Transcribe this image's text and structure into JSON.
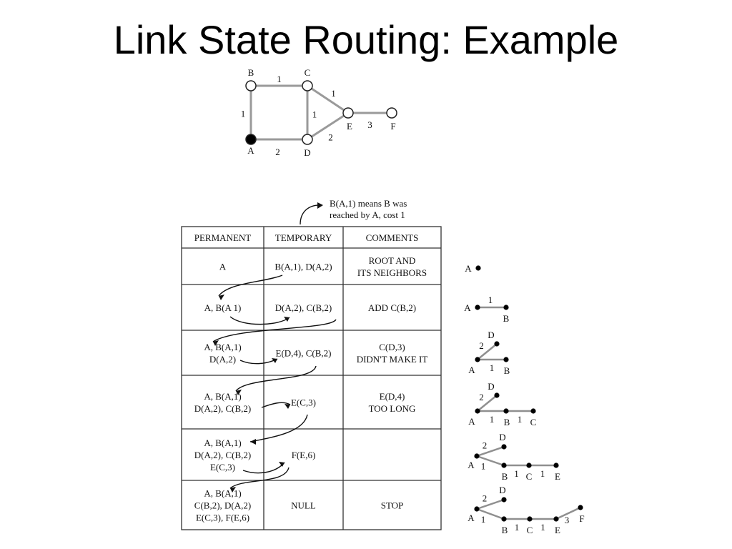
{
  "title": "Link State Routing: Example",
  "graph": {
    "nodes": [
      "A",
      "B",
      "C",
      "D",
      "E",
      "F"
    ],
    "edges": [
      {
        "from": "B",
        "to": "C",
        "cost": "1"
      },
      {
        "from": "A",
        "to": "B",
        "cost": "1"
      },
      {
        "from": "C",
        "to": "D",
        "cost": "1"
      },
      {
        "from": "C",
        "to": "E",
        "cost": "1"
      },
      {
        "from": "A",
        "to": "D",
        "cost": "2"
      },
      {
        "from": "D",
        "to": "E",
        "cost": "2"
      },
      {
        "from": "E",
        "to": "F",
        "cost": "3"
      }
    ],
    "root": "A"
  },
  "note": [
    "B(A,1) means B was",
    "reached by A, cost 1"
  ],
  "table": {
    "headers": [
      "PERMANENT",
      "TEMPORARY",
      "COMMENTS"
    ],
    "rows": [
      {
        "permanent": [
          "A"
        ],
        "temporary": [
          "B(A,1), D(A,2)"
        ],
        "comments": [
          "ROOT AND",
          "ITS NEIGHBORS"
        ]
      },
      {
        "permanent": [
          "A, B(A 1)"
        ],
        "temporary": [
          "D(A,2), C(B,2)"
        ],
        "comments": [
          "ADD C(B,2)"
        ]
      },
      {
        "permanent": [
          "A, B(A,1)",
          "D(A,2)"
        ],
        "temporary": [
          "E(D,4), C(B,2)"
        ],
        "comments": [
          "C(D,3)",
          "DIDN'T MAKE IT"
        ]
      },
      {
        "permanent": [
          "A, B(A,1)",
          "D(A,2), C(B,2)"
        ],
        "temporary": [
          "E(C,3)"
        ],
        "comments": [
          "E(D,4)",
          "TOO LONG"
        ]
      },
      {
        "permanent": [
          "A, B(A,1)",
          "D(A,2), C(B,2)",
          "E(C,3)"
        ],
        "temporary": [
          "F(E,6)"
        ],
        "comments": [
          ""
        ]
      },
      {
        "permanent": [
          "A, B(A,1)",
          "C(B,2), D(A,2)",
          "E(C,3), F(E,6)"
        ],
        "temporary": [
          "NULL"
        ],
        "comments": [
          "STOP"
        ]
      }
    ]
  },
  "trees": [
    {
      "nodes": [
        "A"
      ],
      "edges": []
    },
    {
      "nodes": [
        "A",
        "B"
      ],
      "edges": [
        {
          "from": "A",
          "to": "B",
          "cost": "1"
        }
      ]
    },
    {
      "nodes": [
        "A",
        "B",
        "D"
      ],
      "edges": [
        {
          "from": "A",
          "to": "B",
          "cost": "1"
        },
        {
          "from": "A",
          "to": "D",
          "cost": "2"
        }
      ]
    },
    {
      "nodes": [
        "A",
        "B",
        "C",
        "D"
      ],
      "edges": [
        {
          "from": "A",
          "to": "B",
          "cost": "1"
        },
        {
          "from": "B",
          "to": "C",
          "cost": "1"
        },
        {
          "from": "A",
          "to": "D",
          "cost": "2"
        }
      ]
    },
    {
      "nodes": [
        "A",
        "B",
        "C",
        "D",
        "E"
      ],
      "edges": [
        {
          "from": "A",
          "to": "B",
          "cost": "1"
        },
        {
          "from": "B",
          "to": "C",
          "cost": "1"
        },
        {
          "from": "C",
          "to": "E",
          "cost": "1"
        },
        {
          "from": "A",
          "to": "D",
          "cost": "2"
        }
      ]
    },
    {
      "nodes": [
        "A",
        "B",
        "C",
        "D",
        "E",
        "F"
      ],
      "edges": [
        {
          "from": "A",
          "to": "B",
          "cost": "1"
        },
        {
          "from": "B",
          "to": "C",
          "cost": "1"
        },
        {
          "from": "C",
          "to": "E",
          "cost": "1"
        },
        {
          "from": "A",
          "to": "D",
          "cost": "2"
        },
        {
          "from": "E",
          "to": "F",
          "cost": "3"
        }
      ]
    }
  ]
}
